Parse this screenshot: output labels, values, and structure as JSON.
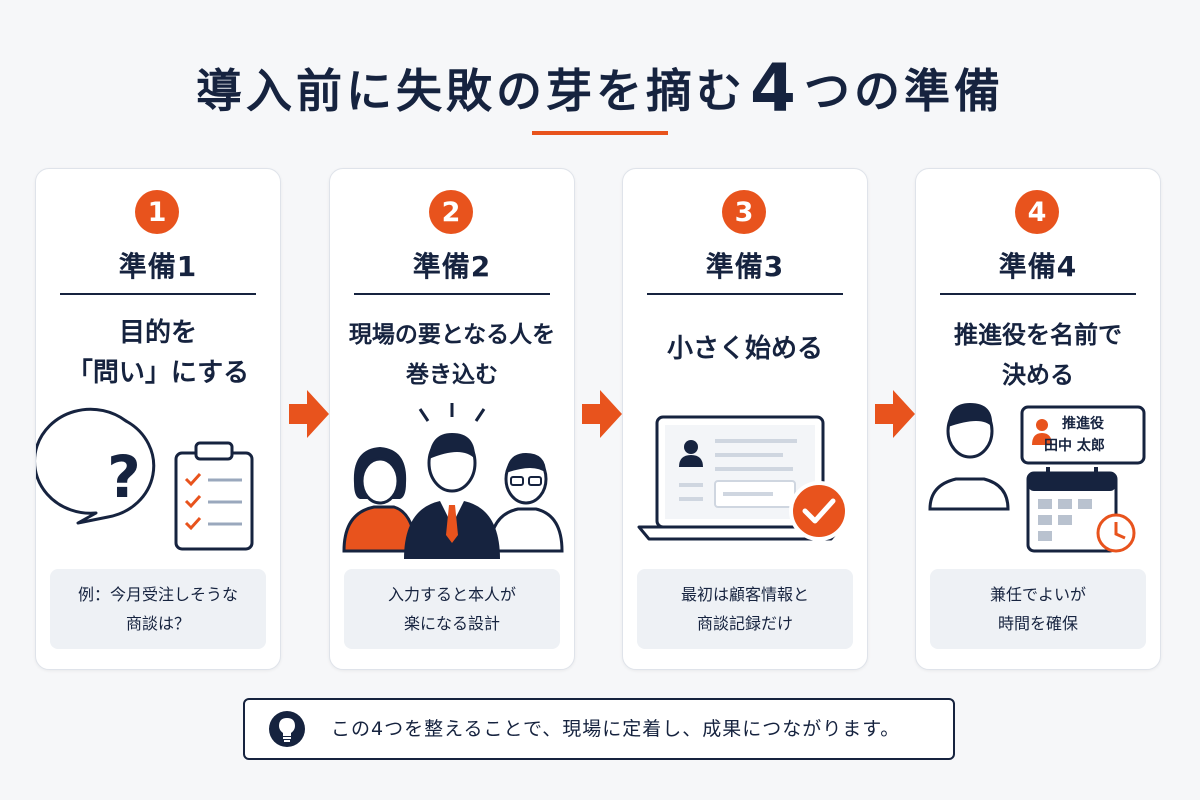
{
  "title": {
    "before": "導入前に失敗の芽を摘む",
    "number": "4",
    "after": "つの準備"
  },
  "steps": [
    {
      "badge": "1",
      "label": "準備1",
      "heading": "目的を\n「問い」にする",
      "note": "例：今月受注しそうな\n商談は？"
    },
    {
      "badge": "2",
      "label": "準備2",
      "heading": "現場の要となる人を\n巻き込む",
      "note": "入力すると本人が\n楽になる設計"
    },
    {
      "badge": "3",
      "label": "準備3",
      "heading": "小さく始める",
      "note": "最初は顧客情報と\n商談記録だけ"
    },
    {
      "badge": "4",
      "label": "準備4",
      "heading": "推進役を名前で\n決める",
      "note": "兼任でよいが\n時間を確保"
    }
  ],
  "name_tag": {
    "role": "推進役",
    "name": "田中 太郎"
  },
  "footer": {
    "text": "この4つを整えることで、現場に定着し、成果につながります。"
  },
  "colors": {
    "accent": "#e8531d",
    "navy": "#16233f",
    "panel": "#eef1f5"
  },
  "icons": {
    "step1": [
      "question-bubble-icon",
      "checklist-clipboard-icon"
    ],
    "step2": [
      "team-people-icon"
    ],
    "step3": [
      "laptop-screen-icon",
      "check-circle-icon"
    ],
    "step4": [
      "person-icon",
      "name-tag-icon",
      "calendar-clock-icon"
    ],
    "footer": "lightbulb-icon",
    "arrows": "right-arrow-icon"
  }
}
